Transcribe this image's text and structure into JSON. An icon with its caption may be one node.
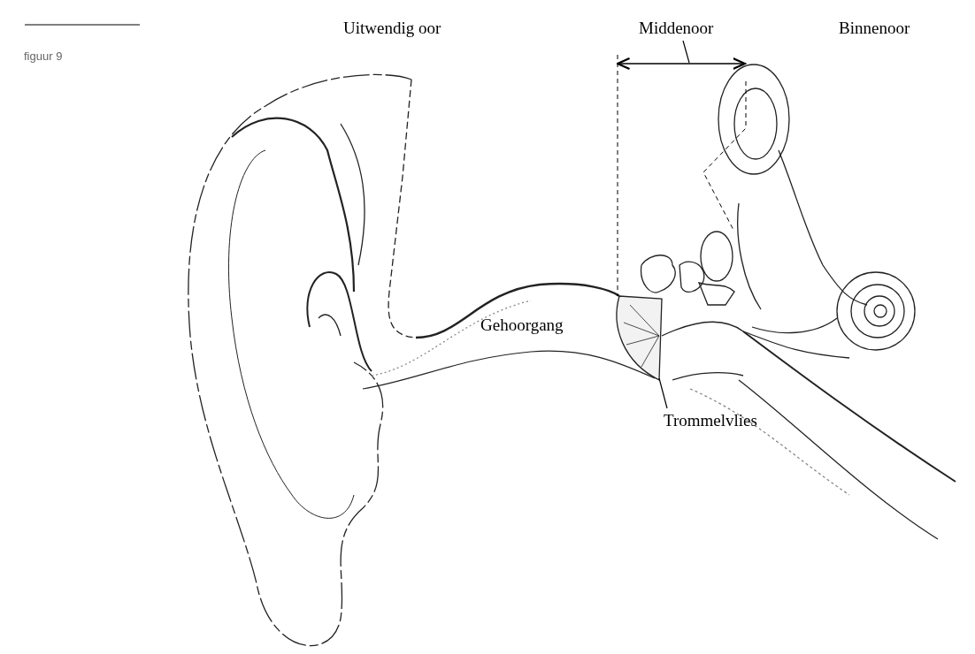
{
  "diagram": {
    "nodes": [
      {
        "text": [
          "Middenoor"
        ]
      },
      {
        "text": [
          "Trommelvlies"
        ]
      }
    ],
    "edges": [
      {
        "from": 0,
        "to": null,
        "arrow": "none"
      },
      {
        "from": 1,
        "to": null,
        "arrow": "none"
      }
    ],
    "labels": [
      "figuur 9",
      "Uitwendig oor",
      "Binnenoor",
      "Gehoorgang"
    ]
  }
}
